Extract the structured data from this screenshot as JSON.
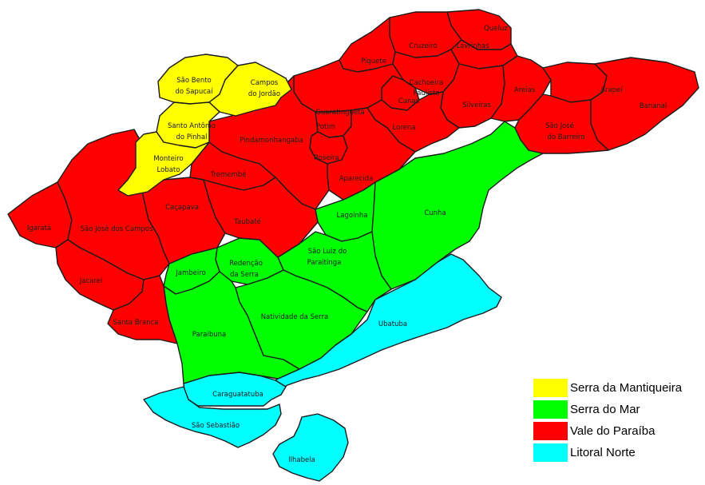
{
  "regions": [
    {
      "key": "mantiqueira",
      "label": "Serra da Mantiqueira",
      "color": "#ffff00"
    },
    {
      "key": "mar",
      "label": "Serra do Mar",
      "color": "#00ff00"
    },
    {
      "key": "vale",
      "label": "Vale do Paraíba",
      "color": "#ff0000"
    },
    {
      "key": "litoral",
      "label": "Litoral Norte",
      "color": "#00ffff"
    }
  ],
  "municipalities": {
    "sao_bento": [
      "São Bento",
      "do Sapucaí"
    ],
    "campos_jordao": [
      "Campos",
      "do Jordão"
    ],
    "santo_antonio": [
      "Santo Antônio",
      "do Pinhal"
    ],
    "monteiro_lobato": [
      "Monteiro",
      "Lobato"
    ],
    "queluz": [
      "Queluz"
    ],
    "cruzeiro": [
      "Cruzeiro"
    ],
    "lavrinhas": [
      "Lavrinhas"
    ],
    "piquete": [
      "Piquete"
    ],
    "cachoeira_paulista": [
      "Cachoeira",
      "Paulista"
    ],
    "canas": [
      "Canas"
    ],
    "silveiras": [
      "Silveiras"
    ],
    "areias": [
      "Areias"
    ],
    "arapei": [
      "Arapeí"
    ],
    "bananal": [
      "Bananal"
    ],
    "guaratingueta": [
      "Guaratinguetá"
    ],
    "potim": [
      "Potim"
    ],
    "lorena": [
      "Lorena"
    ],
    "sao_jose_barreiro": [
      "São José",
      "do Barreiro"
    ],
    "pindamonhangaba": [
      "Pindamonhangaba"
    ],
    "roseira": [
      "Roseira"
    ],
    "aparecida": [
      "Aparecida"
    ],
    "tremembe": [
      "Tremembé"
    ],
    "cacapava": [
      "Caçapava"
    ],
    "taubate": [
      "Taubaté"
    ],
    "igarata": [
      "Igaratá"
    ],
    "sao_jose_campos": [
      "São José dos Campos"
    ],
    "jacarei": [
      "Jacareí"
    ],
    "santa_branca": [
      "Santa Branca"
    ],
    "lagoinha": [
      "Lagoinha"
    ],
    "cunha": [
      "Cunha"
    ],
    "sao_luiz": [
      "São Luiz do",
      "Paraitinga"
    ],
    "redencao": [
      "Redenção",
      "da Serra"
    ],
    "jambeiro": [
      "Jambeiro"
    ],
    "natividade": [
      "Natividade da Serra"
    ],
    "paraibuna": [
      "Paraibuna"
    ],
    "ubatuba": [
      "Ubatuba"
    ],
    "caraguatatuba": [
      "Caraguatatuba"
    ],
    "sao_sebastiao": [
      "São Sebastião"
    ],
    "ilhabela": [
      "Ilhabela"
    ]
  }
}
